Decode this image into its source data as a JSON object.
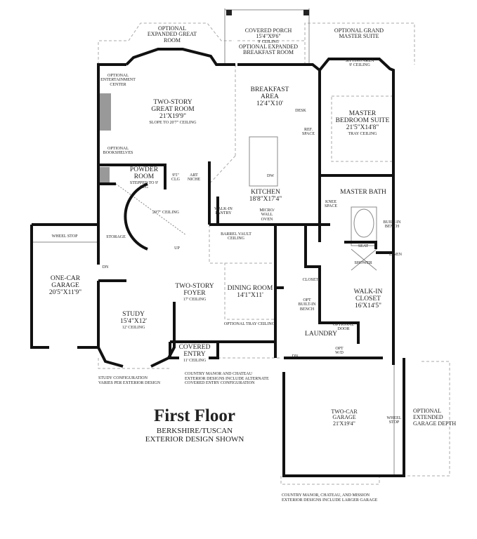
{
  "title": "First Floor",
  "subtitle": [
    "BERKSHIRE/TUSCAN",
    "EXTERIOR DESIGN SHOWN"
  ],
  "rooms": {
    "opt_great": [
      "OPTIONAL",
      "EXPANDED GREAT",
      "ROOM"
    ],
    "porch": {
      "name": "COVERED PORCH",
      "size": "15'4\"X9'6\"",
      "note": "9' CEILING"
    },
    "opt_breakfast": [
      "OPTIONAL EXPANDED",
      "BREAKFAST ROOM"
    ],
    "opt_master": [
      "OPTIONAL GRAND",
      "MASTER SUITE"
    ],
    "ent_center": [
      "OPTIONAL",
      "ENTERTAINMENT",
      "CENTER"
    ],
    "great_room": {
      "name": [
        "TWO-STORY",
        "GREAT ROOM"
      ],
      "size": "21'X19'9\"",
      "note": "SLOPE TO 20'7\" CEILING"
    },
    "breakfast": {
      "name": [
        "BREAKFAST",
        "AREA"
      ],
      "size": "12'4\"X10'"
    },
    "desk": "DESK",
    "ref_space": [
      "REF.",
      "SPACE"
    ],
    "sitting": [
      "SITTING AREA",
      "9' CEILING"
    ],
    "master_bed": {
      "name": [
        "MASTER",
        "BEDROOM SUITE"
      ],
      "size": "21'5\"X14'8\"",
      "note": "TRAY CEILING"
    },
    "bookshelves": [
      "OPTIONAL",
      "BOOKSHELVES"
    ],
    "powder": {
      "name": [
        "POWDER",
        "ROOM"
      ],
      "note": [
        "STEPPED TO 9'",
        "CLG"
      ]
    },
    "clg95": [
      "9'5\"",
      "CLG"
    ],
    "art_niche": [
      "ART",
      "NICHE"
    ],
    "dw": "DW",
    "kitchen": {
      "name": "KITCHEN",
      "size": "18'8\"X17'4\""
    },
    "micro": [
      "MICRO/",
      "WALL",
      "OVEN"
    ],
    "pantry": [
      "WALK-IN",
      "PANTRY"
    ],
    "ceiling207": "20'7\" CEILING",
    "master_bath": "MASTER BATH",
    "knee": [
      "KNEE",
      "SPACE"
    ],
    "bench": [
      "BUILT-IN",
      "BENCH"
    ],
    "linen": "LINEN",
    "seat": "SEAT",
    "shower": "SHOWER",
    "closet": "CLOSET",
    "opt_bench": [
      "OPT",
      "BUILT-IN",
      "BENCH"
    ],
    "walkin_closet": {
      "name": [
        "WALK-IN",
        "CLOSET"
      ],
      "size": "16'X14'5\""
    },
    "opt_door": [
      "OPTIONAL",
      "DOOR"
    ],
    "laundry": "LAUNDRY",
    "opt_wd": [
      "OPT",
      "W/D"
    ],
    "dn_laundry": "DN",
    "wheel_stop_1": "WHEEL STOP",
    "storage": "STORAGE",
    "barrel": [
      "BARREL VAULT",
      "CEILING"
    ],
    "up": "UP",
    "dn_garage": "DN",
    "one_car": {
      "name": [
        "ONE-CAR",
        "GARAGE"
      ],
      "size": "20'5\"X11'9\""
    },
    "foyer": {
      "name": [
        "TWO-STORY",
        "FOYER"
      ],
      "note": "17' CEILING"
    },
    "dining": {
      "name": "DINING ROOM",
      "size": "14'1\"X11'"
    },
    "tray": "OPTIONAL TRAY CEILING",
    "study": {
      "name": "STUDY",
      "size": "15'4\"X12'",
      "note": "12' CEILING"
    },
    "entry": {
      "name": [
        "COVERED",
        "ENTRY"
      ],
      "note": "11' CEILING"
    },
    "two_car": {
      "name": [
        "TWO-CAR",
        "GARAGE"
      ],
      "size": "21'X19'4\""
    },
    "wheel_stop_2": [
      "WHEEL",
      "STOP"
    ],
    "ext_garage": [
      "OPTIONAL",
      "EXTENDED",
      "GARAGE DEPTH"
    ]
  },
  "notes": {
    "study_config": [
      "STUDY CONFIGURATION",
      "VARIES PER EXTERIOR DESIGN"
    ],
    "entry_config": [
      "COUNTRY MANOR AND CHATEAU",
      "EXTERIOR DESIGNS INCLUDE ALTERNATE",
      "COVERED ENTRY CONFIGURATION"
    ],
    "garage_config": [
      "COUNTRY MANOR, CHATEAU, AND MISSION",
      "EXTERIOR DESIGNS INCLUDE LARGER GARAGE"
    ]
  }
}
